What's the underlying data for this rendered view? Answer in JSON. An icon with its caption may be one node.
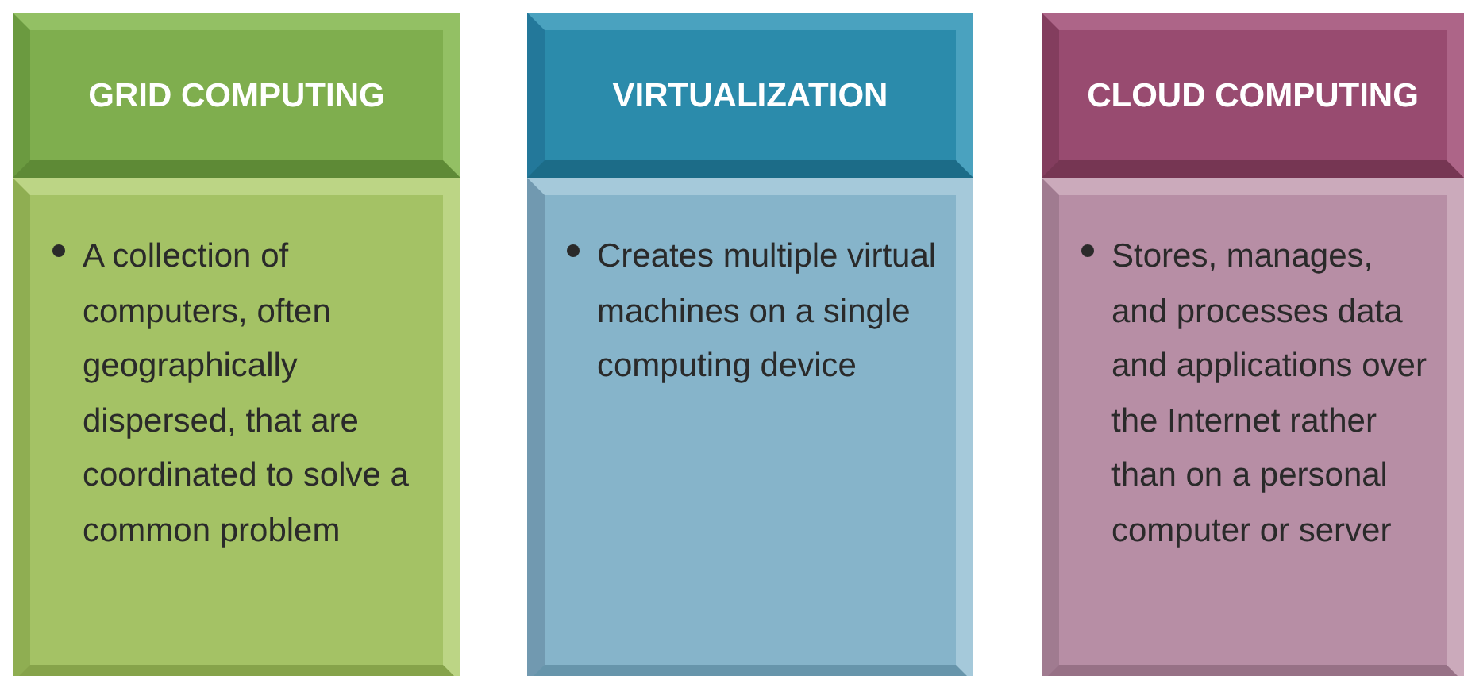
{
  "diagram": {
    "nodes": [
      {
        "text": [
          "GRID COMPUTING"
        ]
      },
      {
        "text": [
          "A collection of computers, often geographically dispersed, that are coordinated to solve a common problem"
        ]
      },
      {
        "text": [
          "VIRTUALIZATION"
        ]
      },
      {
        "text": [
          "Creates multiple virtual machines on a single computing device"
        ]
      },
      {
        "text": [
          "CLOUD COMPUTING"
        ]
      },
      {
        "text": [
          "Stores, manages, and processes data and applications over the Internet rather than on a personal computer or server"
        ]
      }
    ]
  }
}
